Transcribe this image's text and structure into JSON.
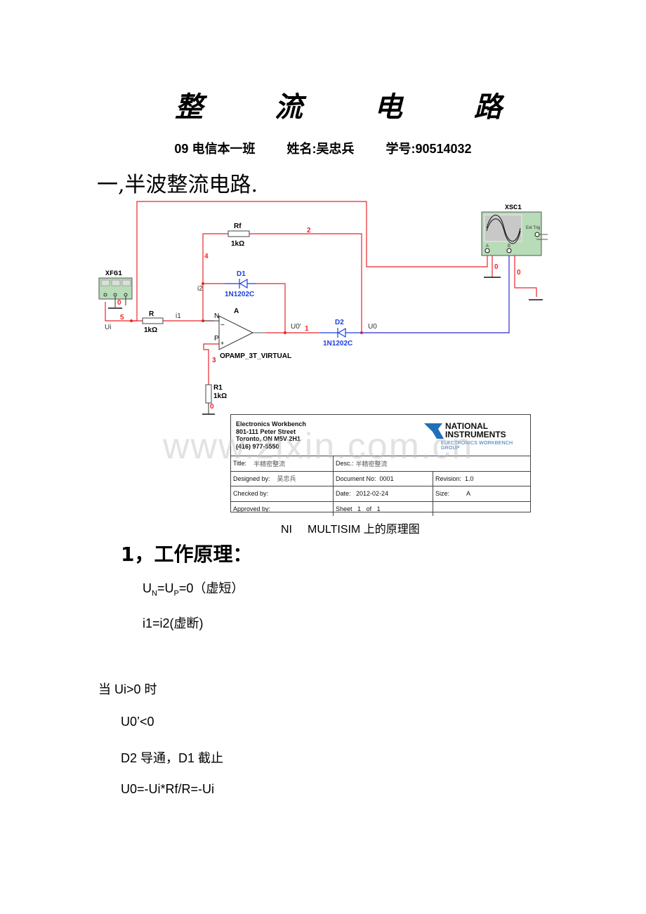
{
  "doc": {
    "title": "整 流 电 路",
    "info": {
      "class": "09 电信本一班",
      "name": "姓名:吴忠兵",
      "student_id": "学号:90514032"
    },
    "section_heading": "一,半波整流电路."
  },
  "schematic": {
    "colors": {
      "wire_red": "#e8262b",
      "wire_blue": "#2b2bd4",
      "diode_blue": "#1a3ee0",
      "panel_green": "#b8dbb8",
      "screen_gray": "#c8c8c8"
    },
    "function_generator": {
      "label": "XFG1"
    },
    "oscilloscope": {
      "label": "XSC1",
      "ext_trig": "Ext Trig",
      "ch_a": "A",
      "ch_b": "B"
    },
    "R": {
      "name": "R",
      "value": "1kΩ"
    },
    "Rf": {
      "name": "Rf",
      "value": "1kΩ"
    },
    "R1": {
      "name": "R1",
      "value": "1kΩ"
    },
    "D1": {
      "name": "D1",
      "model": "1N1202C"
    },
    "D2": {
      "name": "D2",
      "model": "1N1202C"
    },
    "opamp": {
      "name": "A",
      "model": "OPAMP_3T_VIRTUAL",
      "pin_n": "N",
      "pin_p": "P",
      "minus": "−",
      "plus": "+"
    },
    "nodes": {
      "n0_gen": "0",
      "n5": "5",
      "n4": "4",
      "n2": "2",
      "n1": "1",
      "n3": "3",
      "n0_r1": "0",
      "n0_a": "0",
      "n0_b": "0"
    },
    "labels": {
      "ui": "Ui",
      "i1": "i1",
      "i2": "i2",
      "u0p": "U0'",
      "u0": "U0"
    }
  },
  "title_block": {
    "company": "Electronics Workbench",
    "address1": "801-111 Peter Street",
    "address2": "Toronto, ON M5V 2H1",
    "phone": "(416) 977-5550",
    "logo_line1": "NATIONAL",
    "logo_line2": "INSTRUMENTS",
    "logo_sub": "ELECTRONICS WORKBENCH GROUP",
    "title_label": "Title:",
    "title_value": "半精密整流",
    "desc_label": "Desc.:",
    "desc_value": "半精密整流",
    "designed_label": "Designed by:",
    "designed_value": "吴忠兵",
    "docno_label": "Document No:",
    "docno_value": "0001",
    "revision_label": "Revision:",
    "revision_value": "1.0",
    "checked_label": "Checked by:",
    "date_label": "Date:",
    "date_value": "2012-02-24",
    "size_label": "Size:",
    "size_value": "A",
    "approved_label": "Approved by:",
    "sheet_label": "Sheet",
    "sheet_num": "1",
    "sheet_of": "of",
    "sheet_total": "1"
  },
  "watermark": "www.zixin.com.cn",
  "caption": {
    "part1": "NI",
    "part2": "MULTISIM 上的原理图"
  },
  "principle": {
    "heading": "1，工作原理：",
    "line1": {
      "u": "U",
      "n": "N",
      "eq1": "=U",
      "p": "P",
      "rest": "=0（虚短）"
    },
    "line2": "i1=i2(虚断)"
  },
  "case_positive": {
    "condition": "当 Ui>0 时",
    "lines": [
      "U0’<0",
      "D2 导通，D1 截止",
      "U0=-Ui*Rf/R=-Ui"
    ]
  }
}
